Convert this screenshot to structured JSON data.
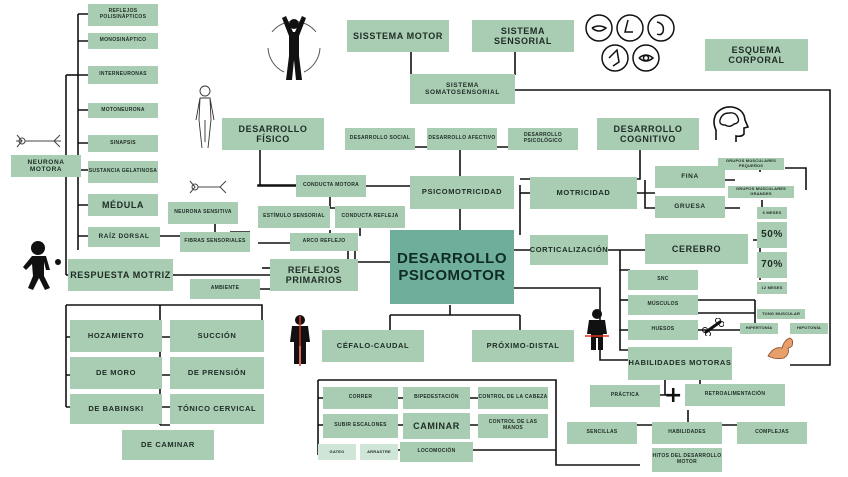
{
  "nodes": {
    "reflejos_polisinapticos": "REFLEJOS POLISINÁPTICOS",
    "monosinaptico": "MONOSINÁPTICO",
    "interneuronas": "INTERNEURONAS",
    "motoneurona": "MOTONEURONA",
    "sinapsis": "SINAPSIS",
    "sustancia_gelatinosa": "SUSTANCIA GELATINOSA",
    "medula": "MÉDULA",
    "raiz_dorsal": "RAÍZ DORSAL",
    "neurona_motora": "NEURONA MOTORA",
    "neurona_sensitiva": "NEURONA SENSITIVA",
    "fibras_sensoriales": "FIBRAS SENSORIALES",
    "respuesta_motriz": "RESPUESTA MOTRIZ",
    "ambiente": "AMBIENTE",
    "reflejos_primarios": "REFLEJOS PRIMARIOS",
    "arco_reflejo": "ARCO REFLEJO",
    "estimulo_sensorial": "ESTÍMULO SENSORIAL",
    "conducta_refleja": "CONDUCTA REFLEJA",
    "conducta_motora": "CONDUCTA MOTORA",
    "desarrollo_fisico": "DESARROLLO FÍSICO",
    "desarrollo_social": "DESARROLLO SOCIAL",
    "desarrollo_afectivo": "DESARROLLO AFECTIVO",
    "desarrollo_psicologico": "DESARROLLO PSICOLÓGICO",
    "desarrollo_cognitivo": "DESARROLLO COGNITIVO",
    "sistema_motor": "SISSTEMA MOTOR",
    "sistema_sensorial": "SISTEMA SENSORIAL",
    "sistema_somatosensorial": "SISTEMA SOMATOSENSORIAL",
    "esquema_corporal": "ESQUEMA CORPORAL",
    "psicomotricidad": "PSICOMOTRICIDAD",
    "desarrollo_psicomotor": "DESARROLLO PSICOMOTOR",
    "motricidad": "MOTRICIDAD",
    "fina": "FINA",
    "gruesa": "GRUESA",
    "grupos_pequenos": "GRUPOS MUSCULARES PEQUEÑOS",
    "grupos_grandes": "GRUPOS MUSCULARES GRANDES",
    "corticalizacion": "CORTICALIZACIÓN",
    "cerebro": "CEREBRO",
    "seis_meses": "6 MESES",
    "cincuenta": "50%",
    "setenta": "70%",
    "doce_meses": "12 MESES",
    "snc": "SNC",
    "musculos": "MÚSCULOS",
    "tono_muscular": "TONO MUSCULAR",
    "hipertonia": "HIPERTONÍA",
    "hipotonia": "HIPOTONÍA",
    "huesos": "HUESOS",
    "habilidades_motoras": "HABILIDADES MOTORAS",
    "practica": "PRÁCTICA",
    "plus": "+",
    "retroalimentacion": "RETROALIMENTACIÓN",
    "sencillas": "SENCILLAS",
    "habilidades": "HABILIDADES",
    "complejas": "COMPLEJAS",
    "hitos": "HITOS DEL DESARROLLO MOTOR",
    "cefalo_caudal": "CÉFALO-CAUDAL",
    "proximo_distal": "PRÓXIMO-DISTAL",
    "hozamiento": "HOZAMIENTO",
    "succion": "SUCCIÓN",
    "de_moro": "DE MORO",
    "de_prension": "DE PRENSIÓN",
    "de_babinski": "DE BABINSKI",
    "tonico_cervical": "TÓNICO CERVICAL",
    "de_caminar": "DE CAMINAR",
    "correr": "CORRER",
    "bipedestacion": "BIPEDESTACIÓN",
    "control_cabeza": "CONTROL DE LA CABEZA",
    "subir_escalones": "SUBIR ESCALONES",
    "caminar": "CAMINAR",
    "control_manos": "CONTROL DE LAS MANOS",
    "gateo": "GATEO",
    "arrastre": "ARRASTRE",
    "locomocion": "LOCOMOCIÓN"
  },
  "colors": {
    "box": "#a9cdb3",
    "center": "#6fae9a",
    "light_box": "#cfe5d6",
    "line": "#111111"
  },
  "icons": [
    "person-arrows-icon",
    "body-outline-icon",
    "neuron-icon",
    "senses-icons",
    "brain-head-icon",
    "child-walking-icon",
    "child-front-icon",
    "child-back-icon",
    "bone-icon",
    "flexed-arm-icon"
  ]
}
